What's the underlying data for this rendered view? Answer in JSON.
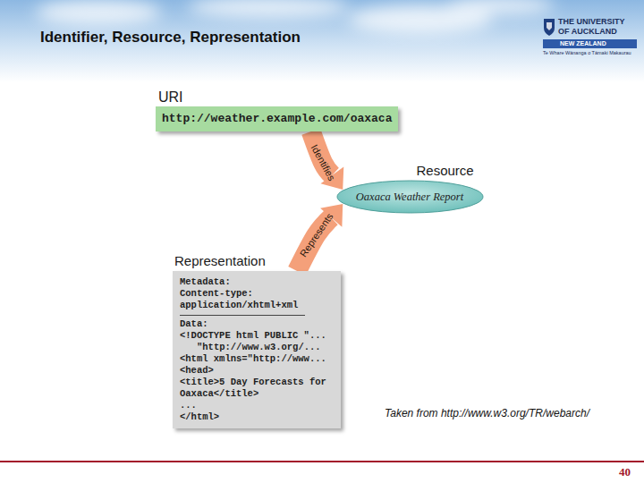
{
  "diagram": {
    "title": "Identifier, Resource, Representation",
    "caption": "Taken from http://www.w3.org/TR/webarch/",
    "nodes": [
      {
        "text": [
          "URI",
          "http://weather.example.com/oaxaca"
        ]
      },
      {
        "text": [
          "Resource",
          "Oaxaca Weather Report"
        ]
      },
      {
        "text": [
          "Representation",
          "Metadata:",
          "Content-type: application/xhtml+xml",
          "Data:",
          "<!DOCTYPE html PUBLIC \"...",
          "\"http://www.w3.org/...",
          "<html xmlns=\"http://www...",
          "<head>",
          "<title>5 Day Forecasts for Oaxaca</title>",
          "...",
          "</html>"
        ]
      }
    ],
    "edges": [
      {
        "from": 0,
        "to": 1,
        "label": "Identifies",
        "arrow": "to"
      },
      {
        "from": 2,
        "to": 1,
        "label": "Represents",
        "arrow": "to"
      }
    ],
    "labels": [
      "THE UNIVERSITY",
      "OF AUCKLAND",
      "NEW ZEALAND",
      "Te Whare Wānanga o Tāmaki Makaurau",
      "40"
    ]
  }
}
